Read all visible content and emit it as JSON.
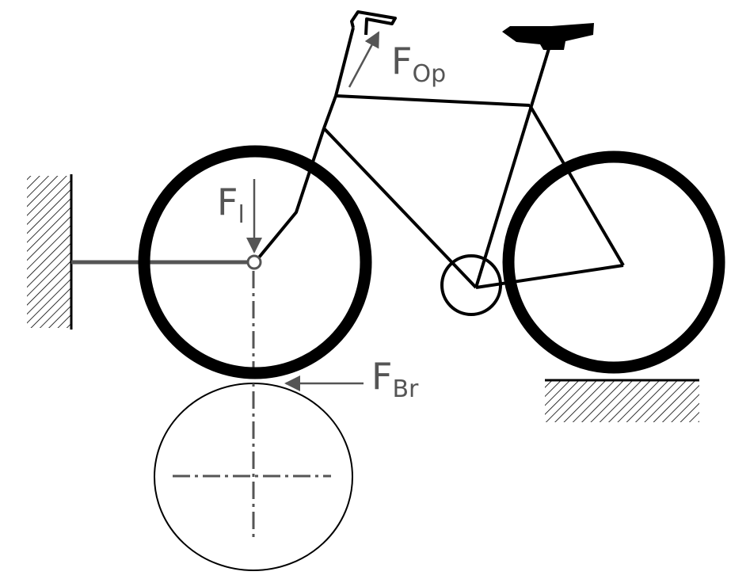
{
  "labels": {
    "f_op": {
      "main": "F",
      "sub": "Op"
    },
    "f_l": {
      "main": "F",
      "sub": "l"
    },
    "f_br": {
      "main": "F",
      "sub": "Br"
    }
  },
  "colors": {
    "frame": "#000000",
    "force": "#555555",
    "hatch": "#000000",
    "background": "#ffffff"
  }
}
